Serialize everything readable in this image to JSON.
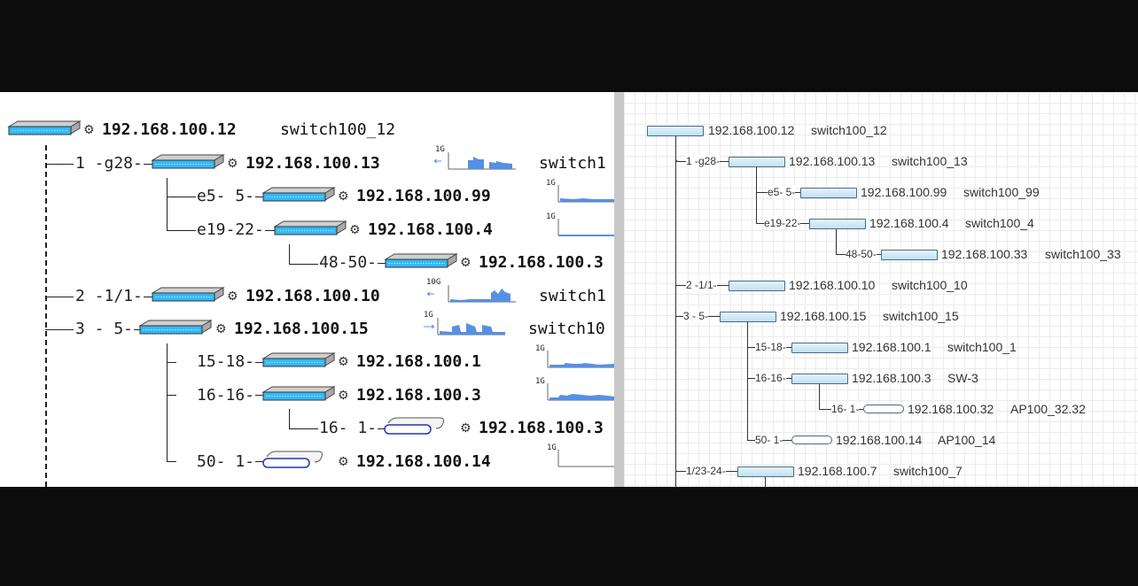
{
  "left_tree": {
    "root": {
      "ip": "192.168.100.12",
      "name": "switch100_12"
    },
    "nodes": [
      {
        "port": "1 -g28-",
        "ip": "192.168.100.13",
        "name": "switch1",
        "speed": "1G"
      },
      {
        "port": "e5- 5-",
        "ip": "192.168.100.99",
        "speed": "1G"
      },
      {
        "port": "e19-22-",
        "ip": "192.168.100.4",
        "speed": "1G"
      },
      {
        "port": "48-50-",
        "ip": "192.168.100.3"
      },
      {
        "port": "2 -1/1-",
        "ip": "192.168.100.10",
        "name": "switch1",
        "speed": "10G"
      },
      {
        "port": "3 - 5-",
        "ip": "192.168.100.15",
        "name": "switch10",
        "speed": "1G"
      },
      {
        "port": "15-18-",
        "ip": "192.168.100.1",
        "speed": "1G"
      },
      {
        "port": "16-16-",
        "ip": "192.168.100.3",
        "speed": "1G"
      },
      {
        "port": "16- 1-",
        "ip": "192.168.100.3"
      },
      {
        "port": "50- 1-",
        "ip": "192.168.100.14",
        "speed": "1G"
      }
    ]
  },
  "right_tree": {
    "root": {
      "ip": "192.168.100.12",
      "name": "switch100_12"
    },
    "nodes": [
      {
        "port": "1 -g28-",
        "ip": "192.168.100.13",
        "name": "switch100_13"
      },
      {
        "port": "e5- 5-",
        "ip": "192.168.100.99",
        "name": "switch100_99"
      },
      {
        "port": "e19-22-",
        "ip": "192.168.100.4",
        "name": "switch100_4"
      },
      {
        "port": "48-50-",
        "ip": "192.168.100.33",
        "name": "switch100_33"
      },
      {
        "port": "2 -1/1-",
        "ip": "192.168.100.10",
        "name": "switch100_10"
      },
      {
        "port": "3 - 5-",
        "ip": "192.168.100.15",
        "name": "switch100_15"
      },
      {
        "port": "15-18-",
        "ip": "192.168.100.1",
        "name": "switch100_1"
      },
      {
        "port": "16-16-",
        "ip": "192.168.100.3",
        "name": "SW-3"
      },
      {
        "port": "16- 1-",
        "ip": "192.168.100.32",
        "name": "AP100_32.32"
      },
      {
        "port": "50- 1-",
        "ip": "192.168.100.14",
        "name": "AP100_14"
      },
      {
        "port": "1/23-24-",
        "ip": "192.168.100.7",
        "name": "switch100_7"
      }
    ]
  },
  "colors": {
    "switch_fill": "#35b8f6",
    "switch_top": "#d0d0d0",
    "ap_stroke": "#2233bb",
    "spark": "#5590e6",
    "divider": "#c8c8c8"
  },
  "icons": {
    "device": "gear-icon",
    "switch": "switch-icon",
    "access_point": "access-point-icon"
  }
}
